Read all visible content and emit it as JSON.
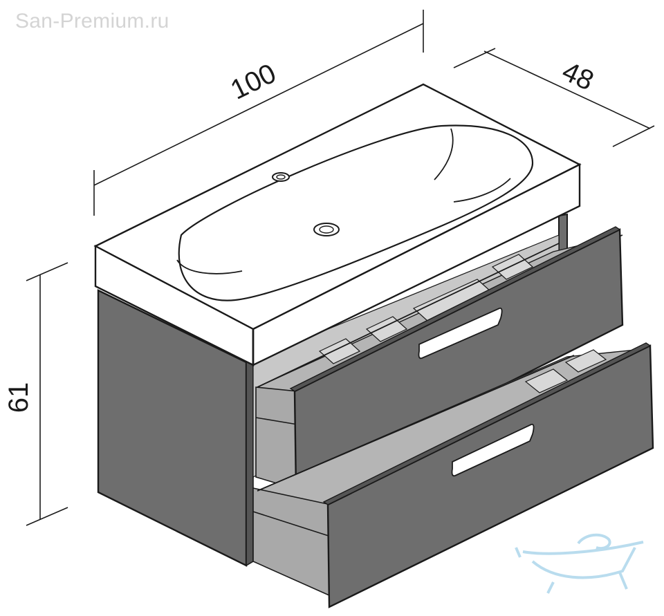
{
  "watermark": "San-Premium.ru",
  "dimensions": {
    "width": "100",
    "depth": "48",
    "height": "61"
  },
  "colors": {
    "panel": "#6e6e6e",
    "panel_dark": "#555555",
    "basin": "#ffffff",
    "drawer_interior": "#b5b5b5",
    "outline": "#1a1a1a",
    "handle": "#ffffff",
    "logo": "#a8d4ea"
  },
  "icons": [
    "bathtub-logo-icon"
  ]
}
